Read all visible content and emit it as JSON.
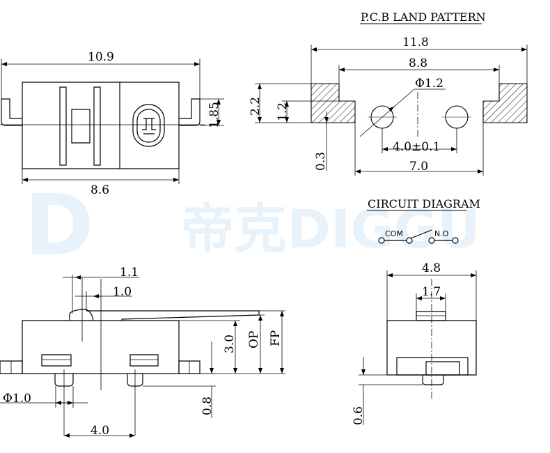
{
  "watermark": {
    "text": "帝克DIGGU"
  },
  "headings": {
    "pcb_land": "P.C.B LAND PATTERN",
    "circuit": "CIRCUIT DIAGRAM"
  },
  "circuit_labels": {
    "com": "COM",
    "no": "N.O"
  },
  "top_view": {
    "overall_width": "10.9",
    "body_width": "8.6",
    "terminal_height": "1.85"
  },
  "pcb": {
    "outer_width": "11.8",
    "inner_width": "8.8",
    "hole_dia": "Φ1.2",
    "hole_pitch": "4.0±0.1",
    "pad_span": "7.0",
    "pad_height_outer": "2.2",
    "pad_height_inner": "1.2",
    "offset": "0.3"
  },
  "side_view": {
    "lever_a": "1.1",
    "lever_b": "1.0",
    "pin_dia": "Φ1.0",
    "pin_pitch": "4.0",
    "pin_len": "0.8",
    "body_h": "3.0",
    "op": "OP",
    "fp": "FP"
  },
  "end_view": {
    "width": "4.8",
    "actuator": "1.7",
    "standoff": "0.6"
  }
}
